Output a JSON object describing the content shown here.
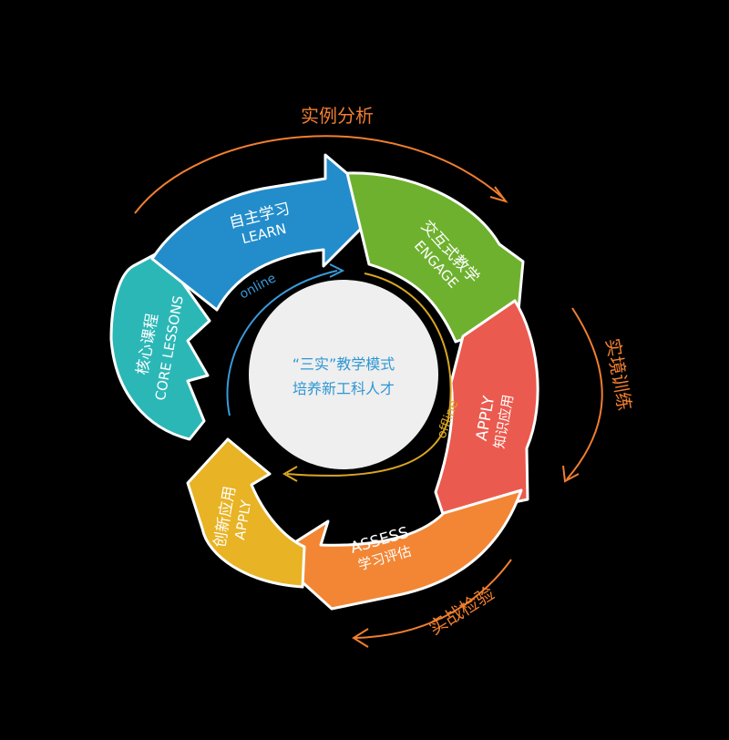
{
  "center": {
    "line1": "“三实”教学模式",
    "line2": "培养新工科人才"
  },
  "segments": [
    {
      "id": "core",
      "title": "核心课程",
      "subtitle": "CORE LESSONS",
      "color": "#2cb7b7"
    },
    {
      "id": "learn",
      "title": "自主学习",
      "subtitle": "LEARN",
      "color": "#238dcb"
    },
    {
      "id": "engage",
      "title": "交互式教学",
      "subtitle": "ENGAGE",
      "color": "#6eb12f"
    },
    {
      "id": "apply-knowledge",
      "title": "APPLY",
      "subtitle": "知识应用",
      "color": "#eb5a4e"
    },
    {
      "id": "assess",
      "title": "ASSESS",
      "subtitle": "学习评估",
      "color": "#f38634"
    },
    {
      "id": "apply-innovate",
      "title": "创新应用",
      "subtitle": "APPLY",
      "color": "#e8b324"
    }
  ],
  "inner": {
    "online": "online",
    "offline": "offline",
    "online_color": "#3a9ad9",
    "offline_color": "#d9a623"
  },
  "outer": {
    "case_analysis": "实例分析",
    "scenario_training": "实境训练",
    "practice_test": "实战检验",
    "color": "#f07f2f"
  }
}
